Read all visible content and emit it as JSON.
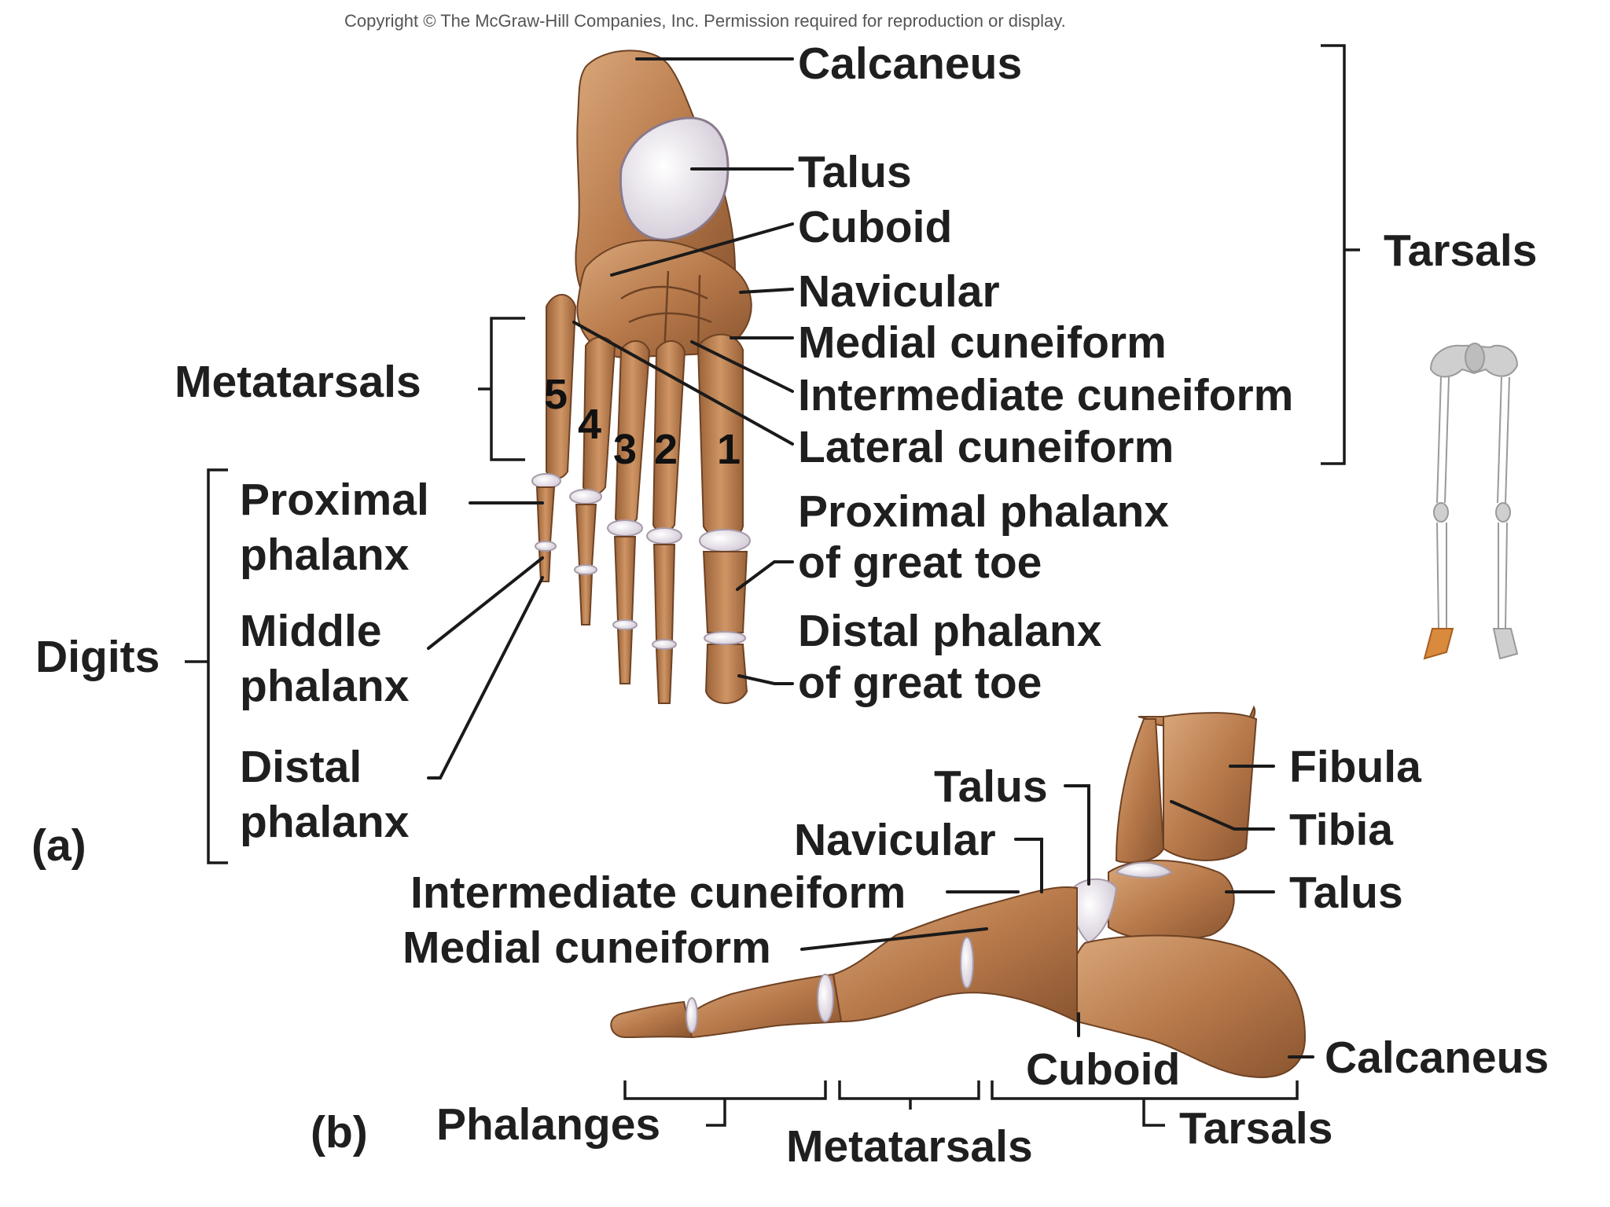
{
  "copyright": "Copyright © The McGraw-Hill Companies, Inc. Permission required for reproduction or display.",
  "panel_a": {
    "panel_label": "(a)",
    "labels": {
      "calcaneus": "Calcaneus",
      "talus": "Talus",
      "cuboid": "Cuboid",
      "navicular": "Navicular",
      "medial_cuneiform": "Medial cuneiform",
      "intermediate_cuneiform": "Intermediate cuneiform",
      "lateral_cuneiform": "Lateral cuneiform",
      "tarsals": "Tarsals",
      "metatarsals": "Metatarsals",
      "proximal_phalanx_1": "Proximal",
      "proximal_phalanx_2": "phalanx",
      "middle_phalanx_1": "Middle",
      "middle_phalanx_2": "phalanx",
      "distal_phalanx_1": "Distal",
      "distal_phalanx_2": "phalanx",
      "digits": "Digits",
      "prox_great_toe_1": "Proximal phalanx",
      "prox_great_toe_2": "of great toe",
      "distal_great_toe_1": "Distal phalanx",
      "distal_great_toe_2": "of great toe"
    },
    "metatarsal_numbers": [
      "5",
      "4",
      "3",
      "2",
      "1"
    ]
  },
  "panel_b": {
    "panel_label": "(b)",
    "labels": {
      "fibula": "Fibula",
      "tibia": "Tibia",
      "talus_right": "Talus",
      "talus_top": "Talus",
      "navicular": "Navicular",
      "intermediate_cuneiform": "Intermediate cuneiform",
      "medial_cuneiform": "Medial cuneiform",
      "cuboid": "Cuboid",
      "calcaneus": "Calcaneus",
      "phalanges": "Phalanges",
      "metatarsals": "Metatarsals",
      "tarsals": "Tarsals"
    }
  },
  "colors": {
    "bone": "#b87a4b",
    "bone_dark": "#8a5530",
    "bone_light": "#d9a77a",
    "cartilage": "#ece6ee",
    "skeleton": "#c9c9c9",
    "highlight": "#d98a3c"
  }
}
